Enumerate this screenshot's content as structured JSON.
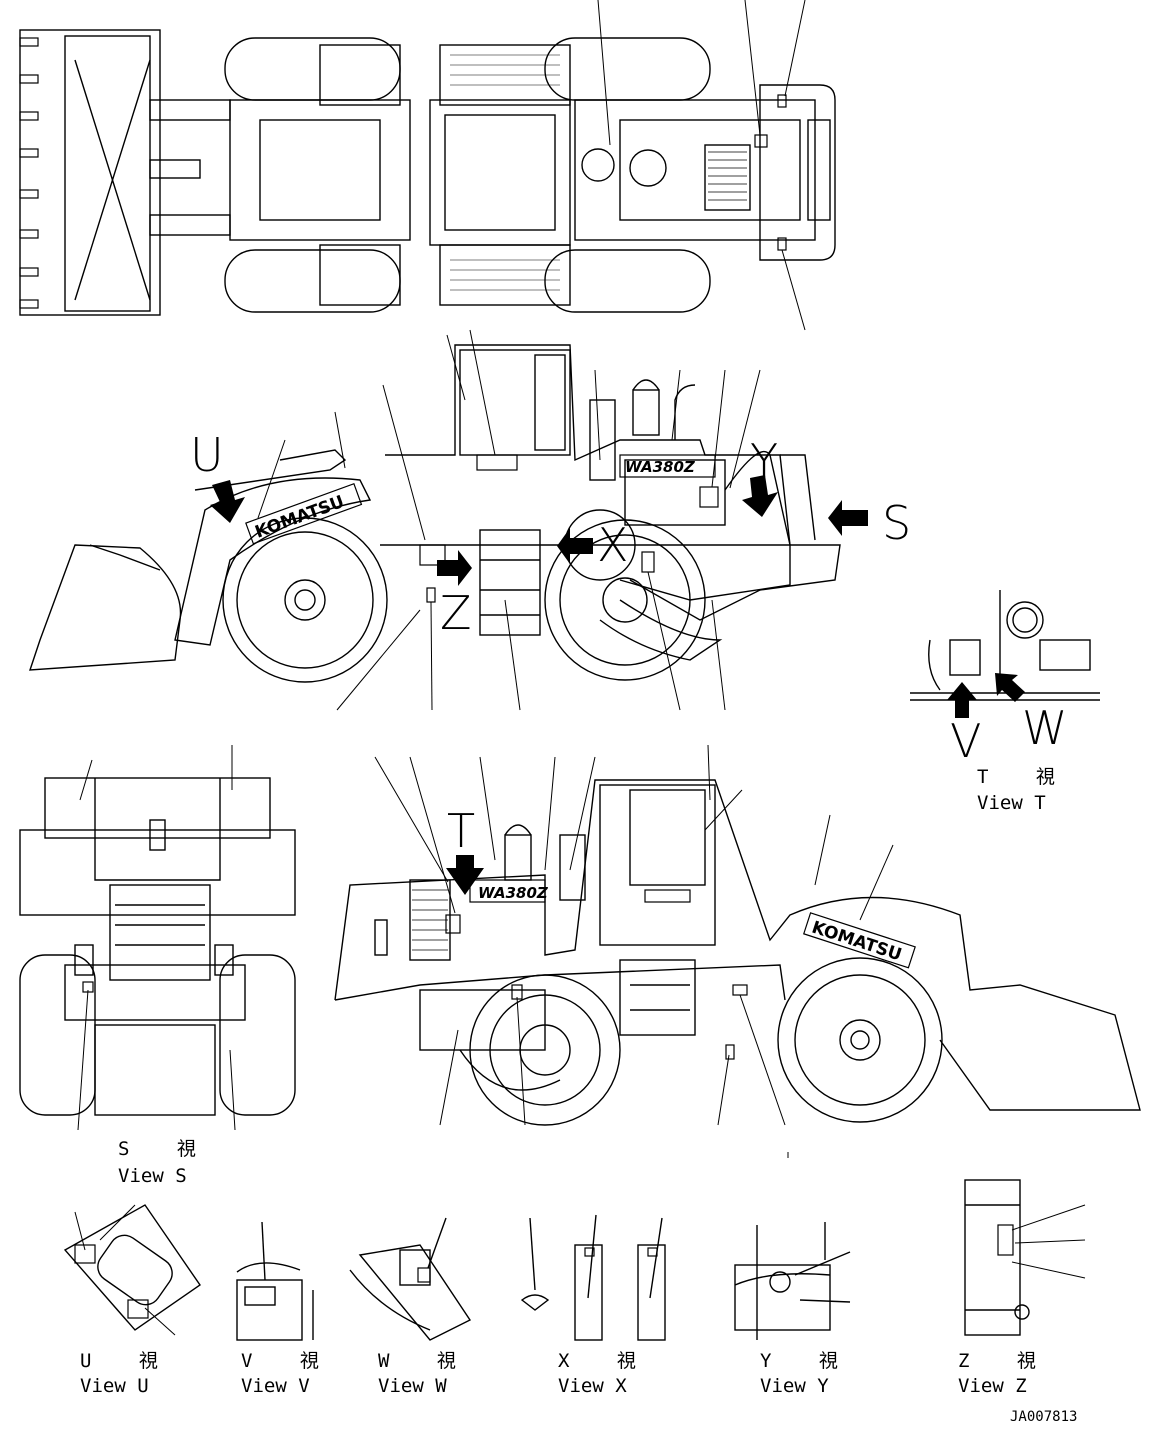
{
  "view_letters": {
    "u": "U",
    "y": "Y",
    "s": "S",
    "x": "X",
    "z": "Z",
    "t": "T",
    "v": "V",
    "w": "W"
  },
  "brand": {
    "name": "KOMATSU",
    "model": "WA380Z"
  },
  "captions": {
    "view_s": {
      "jp": "S 視",
      "en": "View S"
    },
    "view_t": {
      "jp": "T 視",
      "en": "View T"
    },
    "view_u": {
      "jp": "U 視",
      "en": "View U"
    },
    "view_v": {
      "jp": "V 視",
      "en": "View V"
    },
    "view_w": {
      "jp": "W 視",
      "en": "View W"
    },
    "view_x": {
      "jp": "X 視",
      "en": "View X"
    },
    "view_y": {
      "jp": "Y 視",
      "en": "View Y"
    },
    "view_z": {
      "jp": "Z 視",
      "en": "View Z"
    }
  },
  "drawing_code": "JA007813"
}
